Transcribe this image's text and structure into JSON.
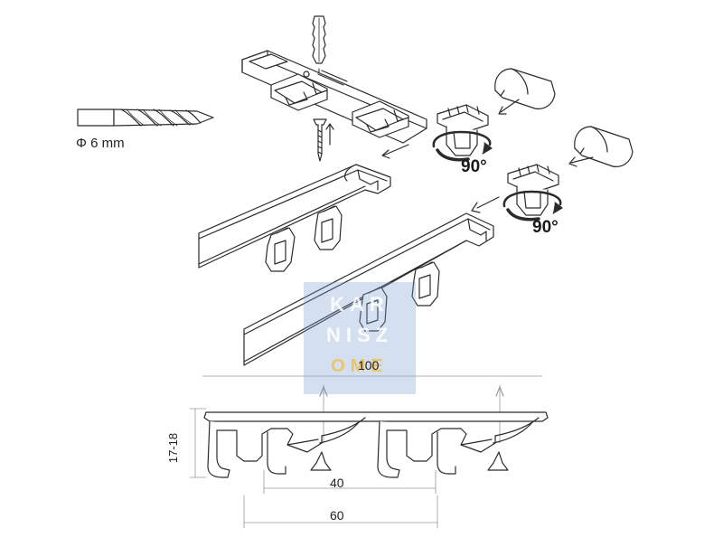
{
  "labels": {
    "drill": "Φ 6 mm",
    "rotation_1": "90°",
    "rotation_2": "90°",
    "dim_width": "100",
    "dim_height": "17-18",
    "dim_40": "40",
    "dim_60": "60"
  },
  "watermark": {
    "line1": "KAR",
    "line2": "NISZ",
    "line3": "OME",
    "color": "#78a0cd"
  },
  "colors": {
    "line": "#2b2b2b",
    "background": "#ffffff",
    "dim_line": "#9a9a9a"
  }
}
